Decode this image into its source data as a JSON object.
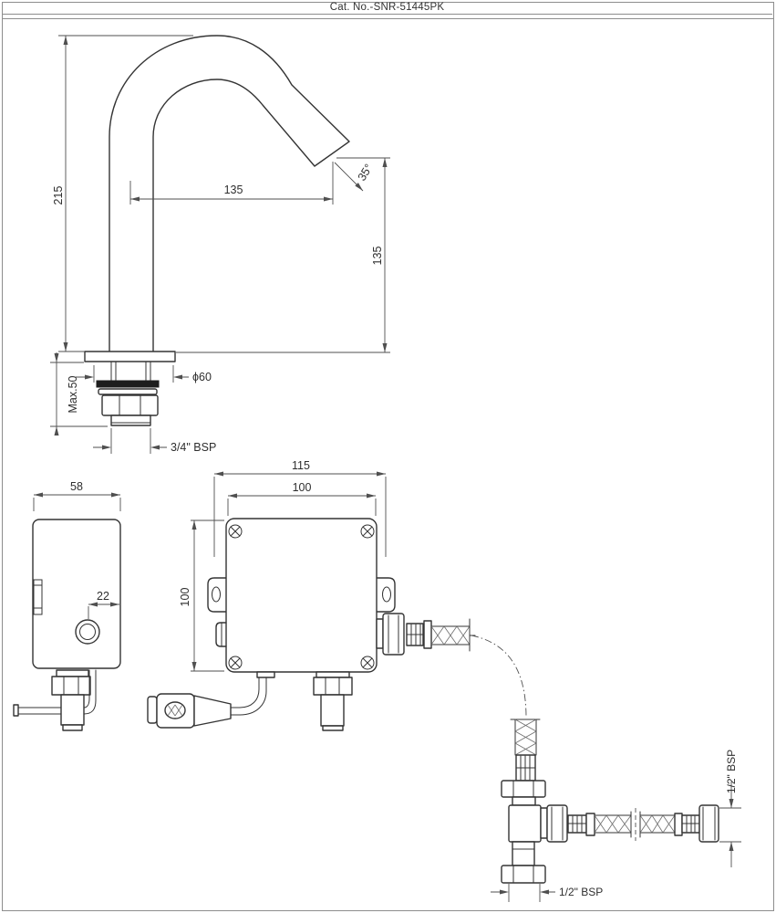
{
  "window": {
    "title": "Cat. No.-SNR-51445PK"
  },
  "drawing": {
    "spout_view": {
      "height_mm": "215",
      "reach_mm": "135",
      "spray_angle": "35°",
      "outlet_height_mm": "135",
      "max_deck": "Max.50",
      "flange_diameter": "ϕ60",
      "shank_thread": "3/4\" BSP"
    },
    "control_box_side_view": {
      "depth_mm": "58",
      "sensor_offset_mm": "22"
    },
    "control_box_front_view": {
      "mount_width_mm": "115",
      "body_width_mm": "100",
      "body_height_mm": "100"
    },
    "tee_assembly": {
      "side_thread": "1/2\" BSP",
      "bottom_thread": "1/2\" BSP"
    }
  }
}
